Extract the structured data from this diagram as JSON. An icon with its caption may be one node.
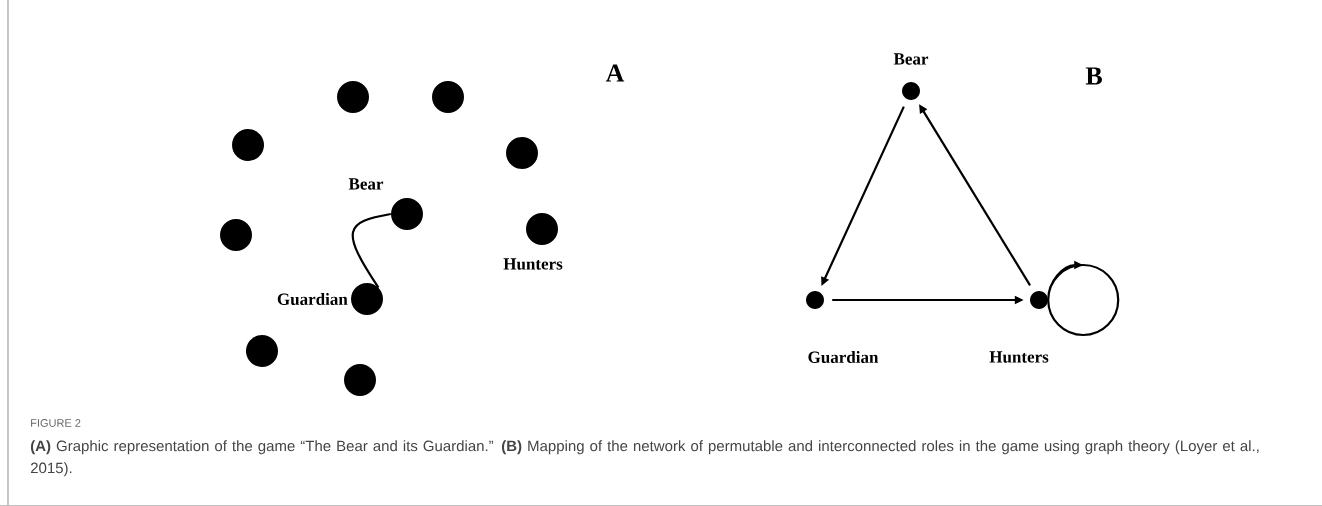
{
  "diagram": {
    "caption": "**(A)** Graphic representation of the game “The Bear and its Guardian.” **(B)** Mapping of the network of permutable and interconnected roles in the game using graph theory (Loyer et al., 2015).",
    "nodes": [
      {
        "text": [],
        "shape": "circle"
      },
      {
        "text": [],
        "shape": "circle"
      },
      {
        "text": [],
        "shape": "circle"
      },
      {
        "text": [],
        "shape": "circle"
      },
      {
        "text": [],
        "shape": "circle",
        "beside": [
          "Bear"
        ]
      },
      {
        "text": [],
        "shape": "circle",
        "beside": [
          "Hunters"
        ]
      },
      {
        "text": [],
        "shape": "circle"
      },
      {
        "text": [],
        "shape": "circle",
        "beside": [
          "Guardian"
        ]
      },
      {
        "text": [],
        "shape": "circle"
      },
      {
        "text": [],
        "shape": "circle"
      },
      {
        "text": [],
        "shape": "circle",
        "beside": [
          "Bear"
        ]
      },
      {
        "text": [],
        "shape": "circle",
        "beside": [
          "Guardian"
        ]
      },
      {
        "text": [],
        "shape": "circle",
        "beside": [
          "Hunters"
        ]
      }
    ],
    "edges": [
      {
        "from": 7,
        "to": 4,
        "arrow": "none"
      },
      {
        "from": 10,
        "to": 11,
        "arrow": "to"
      },
      {
        "from": 12,
        "to": 10,
        "arrow": "to"
      },
      {
        "from": 11,
        "to": 12,
        "arrow": "to"
      },
      {
        "from": 12,
        "to": 12,
        "arrow": "to"
      }
    ],
    "labels": [
      "A",
      "B",
      "FIGURE 2"
    ]
  }
}
